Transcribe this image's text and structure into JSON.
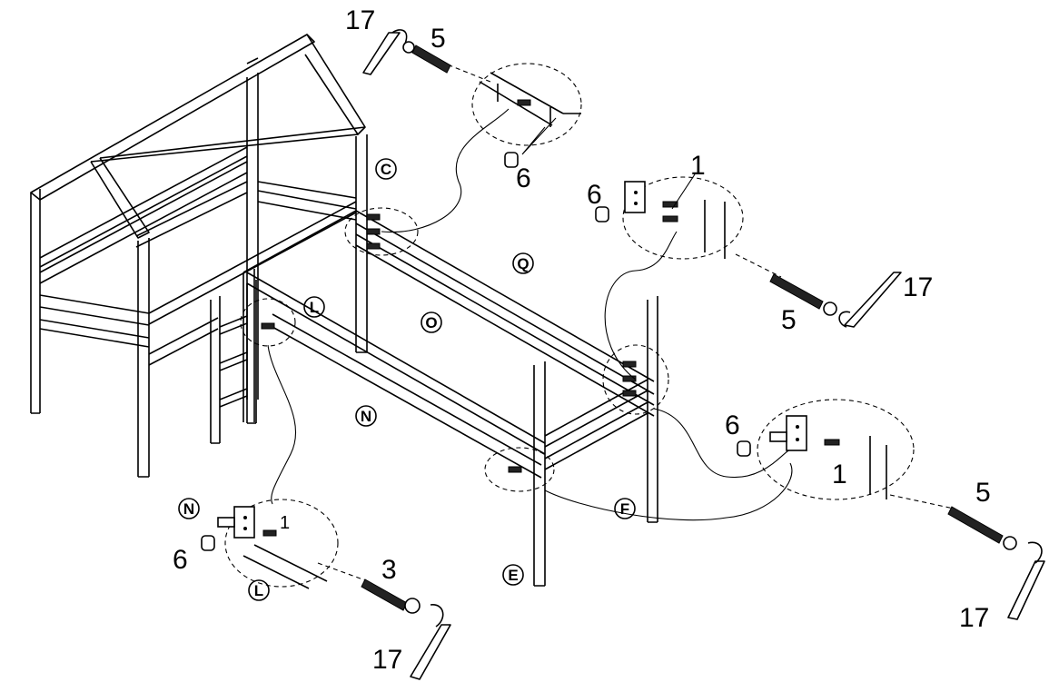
{
  "part_letters": {
    "c": "C",
    "q": "Q",
    "l": "L",
    "o": "O",
    "n": "N",
    "f": "F",
    "e": "E"
  },
  "callouts": {
    "top": {
      "tool": "17",
      "bolt": "5",
      "nut": "6"
    },
    "right_upper": {
      "dowel": "1",
      "nut": "6",
      "bolt": "5",
      "tool": "17"
    },
    "right_lower": {
      "nut": "6",
      "dowel": "1",
      "bolt": "5",
      "tool": "17"
    },
    "bottom_left": {
      "part_a": "N",
      "part_b": "L",
      "dowel": "1",
      "nut": "6",
      "bolt": "3",
      "tool": "17"
    }
  }
}
